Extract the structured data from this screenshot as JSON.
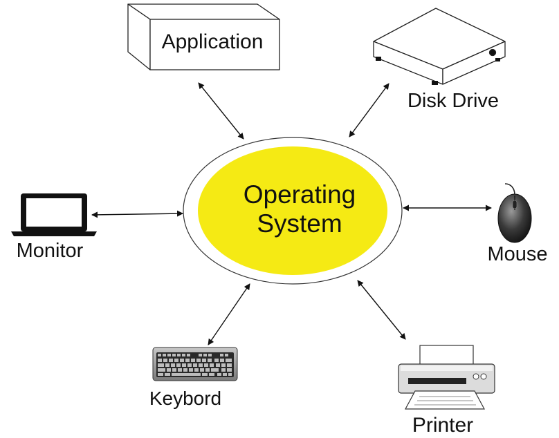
{
  "center": {
    "line1": "Operating",
    "line2": "System"
  },
  "nodes": {
    "application": {
      "label": "Application",
      "icon": "box-icon"
    },
    "disk_drive": {
      "label": "Disk Drive",
      "icon": "disk-drive-icon"
    },
    "monitor": {
      "label": "Monitor",
      "icon": "monitor-icon"
    },
    "mouse": {
      "label": "Mouse",
      "icon": "mouse-icon"
    },
    "keyboard": {
      "label": "Keybord",
      "icon": "keyboard-icon"
    },
    "printer": {
      "label": "Printer",
      "icon": "printer-icon"
    }
  },
  "colors": {
    "center_fill": "#f5ea14",
    "outline": "#222222",
    "background": "#ffffff"
  }
}
